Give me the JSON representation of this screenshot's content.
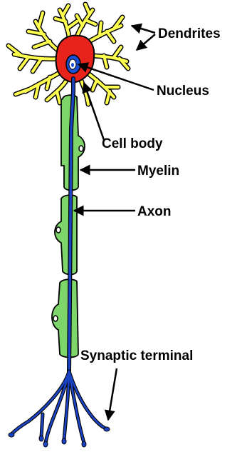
{
  "labels": {
    "dendrites": "Dendrites",
    "nucleus": "Nucleus",
    "cell_body": "Cell body",
    "myelin": "Myelin",
    "axon": "Axon",
    "synaptic_terminal": "Synaptic terminal"
  },
  "colors": {
    "dendrites": "#ffff4d",
    "cell_body": "#e8231b",
    "nucleus": "#1a4fd6",
    "axon": "#1a44c4",
    "myelin": "#7ed66a",
    "outline": "#000000"
  }
}
